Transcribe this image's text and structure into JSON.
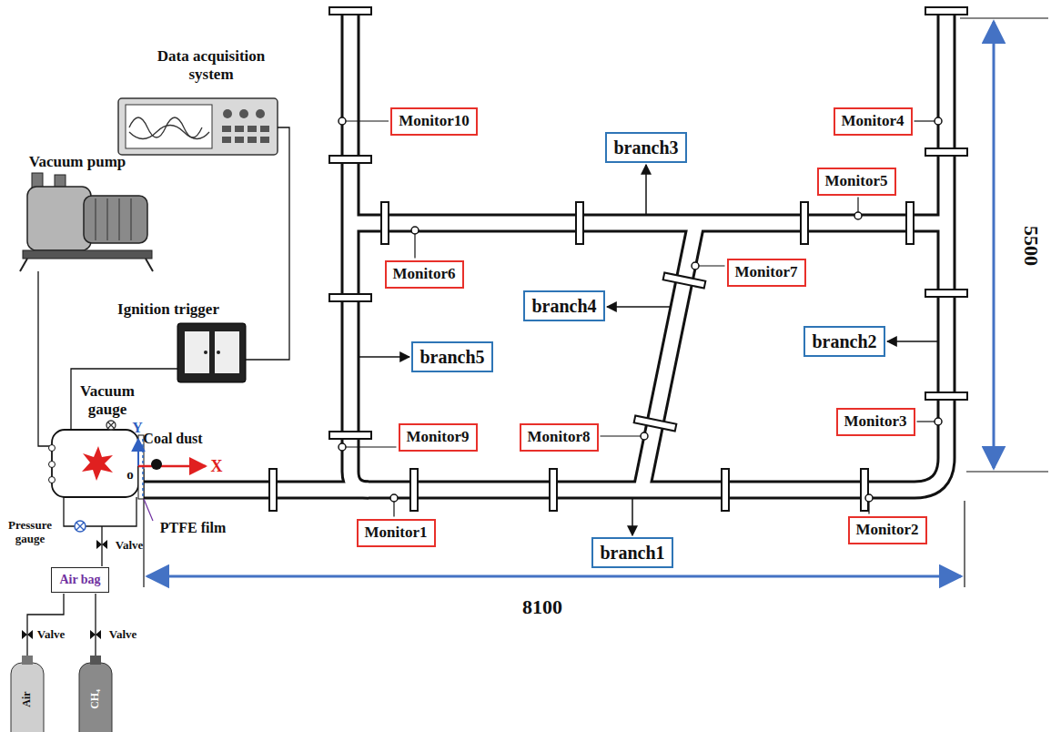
{
  "diagram": {
    "nodes": [
      {
        "text": [
          "Monitor10"
        ]
      },
      {
        "text": [
          "branch3"
        ]
      },
      {
        "text": [
          "Monitor4"
        ]
      },
      {
        "text": [
          "Monitor5"
        ]
      },
      {
        "text": [
          "Monitor6"
        ]
      },
      {
        "text": [
          "Monitor7"
        ]
      },
      {
        "text": [
          "branch4"
        ]
      },
      {
        "text": [
          "branch5"
        ]
      },
      {
        "text": [
          "branch2"
        ]
      },
      {
        "text": [
          "Monitor3"
        ]
      },
      {
        "text": [
          "Monitor9"
        ]
      },
      {
        "text": [
          "Monitor8"
        ]
      },
      {
        "text": [
          "Monitor1"
        ]
      },
      {
        "text": [
          "branch1"
        ]
      },
      {
        "text": [
          "Monitor2"
        ]
      },
      {
        "text": [
          "Air bag"
        ]
      }
    ],
    "labels": [
      "Data acquisition system",
      "Vacuum pump",
      "Ignition trigger",
      "Vacuum gauge",
      "Y",
      "Coal dust",
      "o",
      "X",
      "PTFE film",
      "Pressure gauge",
      "Valve",
      "Valve",
      "Valve",
      "Air",
      "CH₄",
      "8100",
      "5500"
    ]
  }
}
